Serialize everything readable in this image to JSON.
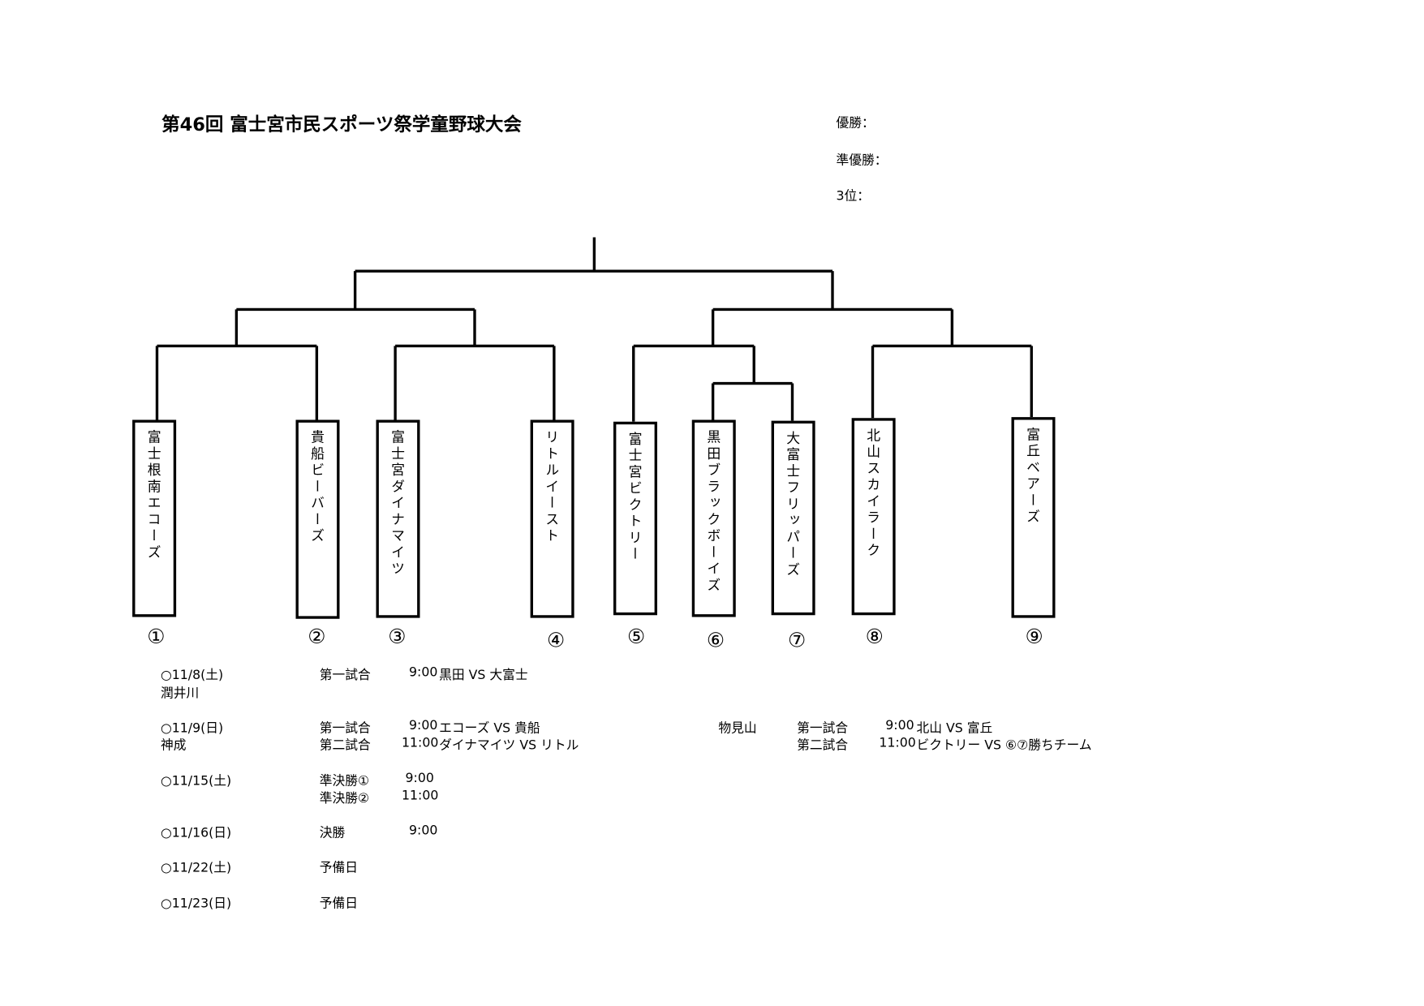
{
  "title": "第46回 富士宮市民スポーツ祭学童野球大会",
  "results": {
    "winner": "優勝：",
    "runner_up": "準優勝：",
    "third": "3位："
  },
  "teams": [
    {
      "name": "富士根南エコーズ",
      "num": "①"
    },
    {
      "name": "貴船ビーバーズ",
      "num": "②"
    },
    {
      "name": "富士宮ダイナマイツ",
      "num": "③"
    },
    {
      "name": "リトルイースト",
      "num": "④"
    },
    {
      "name": "富士宮ビクトリー",
      "num": "⑤"
    },
    {
      "name": "黒田ブラックボーイズ",
      "num": "⑥"
    },
    {
      "name": "大富士フリッパーズ",
      "num": "⑦"
    },
    {
      "name": "北山スカイラーク",
      "num": "⑧"
    },
    {
      "name": "富丘ベアーズ",
      "num": "⑨"
    }
  ],
  "schedule": {
    "d1": {
      "date": "○11/8(土)",
      "venue": "潤井川",
      "g1": "第一試合",
      "t1": "9:00",
      "m1": "黒田 VS 大富士"
    },
    "d2": {
      "date": "○11/9(日)",
      "venue": "神成",
      "g1": "第一試合",
      "t1": "9:00",
      "m1": "エコーズ VS 貴船",
      "g2": "第二試合",
      "t2": "11:00",
      "m2": "ダイナマイツ VS リトル",
      "venue2": "物見山",
      "v2g1": "第一試合",
      "v2t1": "9:00",
      "v2m1": "北山 VS 富丘",
      "v2g2": "第二試合",
      "v2t2": "11:00",
      "v2m2": "ビクトリー VS ⑥⑦勝ちチーム"
    },
    "d3": {
      "date": "○11/15(土)",
      "g1": "準決勝①",
      "t1": "9:00",
      "g2": "準決勝②",
      "t2": "11:00"
    },
    "d4": {
      "date": "○11/16(日)",
      "g1": "決勝",
      "t1": "9:00"
    },
    "d5": {
      "date": "○11/22(土)",
      "g1": "予備日"
    },
    "d6": {
      "date": "○11/23(日)",
      "g1": "予備日"
    }
  }
}
